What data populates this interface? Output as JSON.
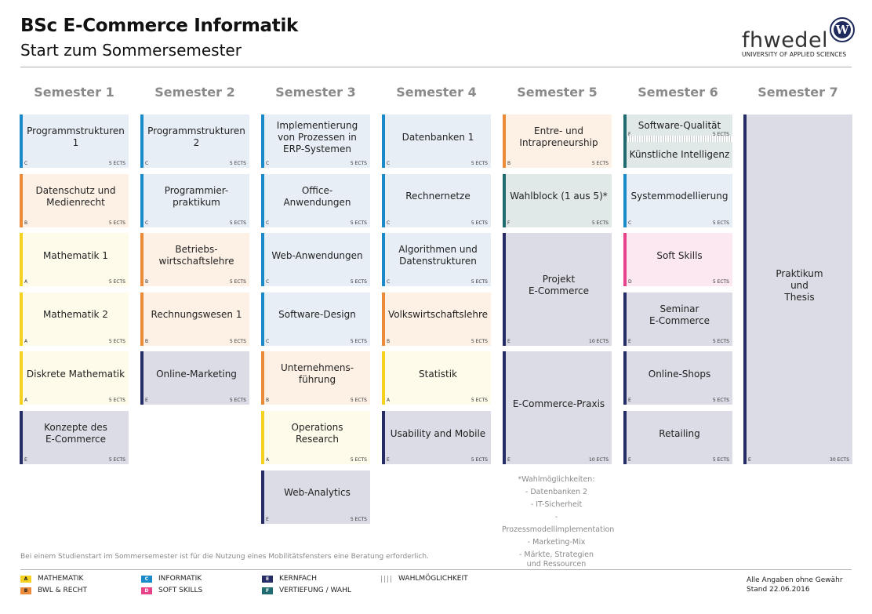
{
  "header": {
    "title": "BSc E-Commerce Informatik",
    "subtitle": "Start zum Sommersemester",
    "logo_text": "fhwedel",
    "logo_sub": "UNIVERSITY OF APPLIED SCIENCES",
    "logo_mark": "W"
  },
  "semesters": [
    "Semester 1",
    "Semester 2",
    "Semester 3",
    "Semester 4",
    "Semester 5",
    "Semester 6",
    "Semester 7"
  ],
  "modules": [
    {
      "sem": 0,
      "row": 0,
      "span": 1,
      "cat": "C",
      "label": "Programmstrukturen 1",
      "ects": "5 ECTS"
    },
    {
      "sem": 0,
      "row": 1,
      "span": 1,
      "cat": "B",
      "label": "Datenschutz und Medienrecht",
      "ects": "5 ECTS"
    },
    {
      "sem": 0,
      "row": 2,
      "span": 1,
      "cat": "A",
      "label": "Mathematik 1",
      "ects": "5 ECTS"
    },
    {
      "sem": 0,
      "row": 3,
      "span": 1,
      "cat": "A",
      "label": "Mathematik 2",
      "ects": "5 ECTS"
    },
    {
      "sem": 0,
      "row": 4,
      "span": 1,
      "cat": "A",
      "label": "Diskrete Mathematik",
      "ects": "5 ECTS"
    },
    {
      "sem": 0,
      "row": 5,
      "span": 1,
      "cat": "E",
      "label": "Konzepte des\nE-Commerce",
      "ects": "5 ECTS"
    },
    {
      "sem": 1,
      "row": 0,
      "span": 1,
      "cat": "C",
      "label": "Programmstrukturen 2",
      "ects": "5 ECTS"
    },
    {
      "sem": 1,
      "row": 1,
      "span": 1,
      "cat": "C",
      "label": "Programmier-\npraktikum",
      "ects": "5 ECTS"
    },
    {
      "sem": 1,
      "row": 2,
      "span": 1,
      "cat": "B",
      "label": "Betriebs-\nwirtschaftslehre",
      "ects": "5 ECTS"
    },
    {
      "sem": 1,
      "row": 3,
      "span": 1,
      "cat": "B",
      "label": "Rechnungswesen 1",
      "ects": "5 ECTS"
    },
    {
      "sem": 1,
      "row": 4,
      "span": 1,
      "cat": "E",
      "label": "Online-Marketing",
      "ects": "5 ECTS"
    },
    {
      "sem": 2,
      "row": 0,
      "span": 1,
      "cat": "C",
      "label": "Implementierung\nvon Prozessen in\nERP-Systemen",
      "ects": "5 ECTS"
    },
    {
      "sem": 2,
      "row": 1,
      "span": 1,
      "cat": "C",
      "label": "Office-\nAnwendungen",
      "ects": "5 ECTS"
    },
    {
      "sem": 2,
      "row": 2,
      "span": 1,
      "cat": "C",
      "label": "Web-Anwendungen",
      "ects": "5 ECTS"
    },
    {
      "sem": 2,
      "row": 3,
      "span": 1,
      "cat": "C",
      "label": "Software-Design",
      "ects": "5 ECTS"
    },
    {
      "sem": 2,
      "row": 4,
      "span": 1,
      "cat": "B",
      "label": "Unternehmens-\nführung",
      "ects": "5 ECTS"
    },
    {
      "sem": 2,
      "row": 5,
      "span": 1,
      "cat": "A",
      "label": "Operations\nResearch",
      "ects": "5 ECTS"
    },
    {
      "sem": 2,
      "row": 6,
      "span": 1,
      "cat": "E",
      "label": "Web-Analytics",
      "ects": "5 ECTS"
    },
    {
      "sem": 3,
      "row": 0,
      "span": 1,
      "cat": "C",
      "label": "Datenbanken 1",
      "ects": "5 ECTS"
    },
    {
      "sem": 3,
      "row": 1,
      "span": 1,
      "cat": "C",
      "label": "Rechnernetze",
      "ects": "5 ECTS"
    },
    {
      "sem": 3,
      "row": 2,
      "span": 1,
      "cat": "C",
      "label": "Algorithmen und\nDatenstrukturen",
      "ects": "5 ECTS"
    },
    {
      "sem": 3,
      "row": 3,
      "span": 1,
      "cat": "B",
      "label": "Volkswirtschaftslehre",
      "ects": "5 ECTS"
    },
    {
      "sem": 3,
      "row": 4,
      "span": 1,
      "cat": "A",
      "label": "Statistik",
      "ects": "5 ECTS"
    },
    {
      "sem": 3,
      "row": 5,
      "span": 1,
      "cat": "E",
      "label": "Usability and Mobile",
      "ects": "5 ECTS"
    },
    {
      "sem": 4,
      "row": 0,
      "span": 1,
      "cat": "B",
      "label": "Entre- und\nIntrapreneurship",
      "ects": "5 ECTS"
    },
    {
      "sem": 4,
      "row": 1,
      "span": 1,
      "cat": "F",
      "label": "Wahlblock (1 aus 5)*",
      "ects": "5 ECTS"
    },
    {
      "sem": 4,
      "row": 2,
      "span": 2,
      "cat": "E",
      "label": "Projekt\nE-Commerce",
      "ects": "10 ECTS"
    },
    {
      "sem": 4,
      "row": 4,
      "span": 2,
      "cat": "E",
      "label": "E-Commerce-Praxis",
      "ects": "10 ECTS"
    },
    {
      "sem": 5,
      "row": 1,
      "span": 1,
      "cat": "C",
      "label": "Systemmodellierung",
      "ects": "5 ECTS"
    },
    {
      "sem": 5,
      "row": 2,
      "span": 1,
      "cat": "D",
      "label": "Soft Skills",
      "ects": "5 ECTS"
    },
    {
      "sem": 5,
      "row": 3,
      "span": 1,
      "cat": "E",
      "label": "Seminar\nE-Commerce",
      "ects": "5 ECTS"
    },
    {
      "sem": 5,
      "row": 4,
      "span": 1,
      "cat": "E",
      "label": "Online-Shops",
      "ects": "5 ECTS"
    },
    {
      "sem": 5,
      "row": 5,
      "span": 1,
      "cat": "E",
      "label": "Retailing",
      "ects": "5 ECTS"
    },
    {
      "sem": 6,
      "row": 0,
      "span": 6,
      "cat": "E",
      "label": "Praktikum\nund\nThesis",
      "ects": "30 ECTS"
    }
  ],
  "split_module": {
    "sem": 5,
    "row": 0,
    "cat": "F",
    "top_label": "Software-Qualität",
    "bottom_label": "Künstliche Intelligenz",
    "ects": "5 ECTS"
  },
  "wahl_notes": [
    "*Wahlmöglichkeiten:",
    "- Datenbanken 2",
    "- IT-Sicherheit",
    "- Prozessmodellimplementation",
    "- Marketing-Mix",
    "- Märkte, Strategien",
    "und Ressourcen"
  ],
  "footnote": "Bei einem Studienstart im Sommersemester ist für die Nutzung eines Mobilitätsfensters eine Beratung erforderlich.",
  "legend": [
    {
      "code": "A",
      "label": "MATHEMATIK"
    },
    {
      "code": "B",
      "label": "BWL & RECHT"
    },
    {
      "code": "C",
      "label": "INFORMATIK"
    },
    {
      "code": "D",
      "label": "SOFT SKILLS"
    },
    {
      "code": "E",
      "label": "KERNFACH"
    },
    {
      "code": "F",
      "label": "VERTIEFUNG / WAHL"
    }
  ],
  "legend_hatch_label": "WAHLMÖGLICHKEIT",
  "disclaimer": {
    "line1": "Alle Angaben ohne Gewähr",
    "line2": "Stand 22.06.2016"
  },
  "category_colors": {
    "A": "#f4d21f",
    "B": "#eb8b3a",
    "C": "#1a8ac8",
    "D": "#e8438a",
    "E": "#252c66",
    "F": "#1f6b6f"
  }
}
